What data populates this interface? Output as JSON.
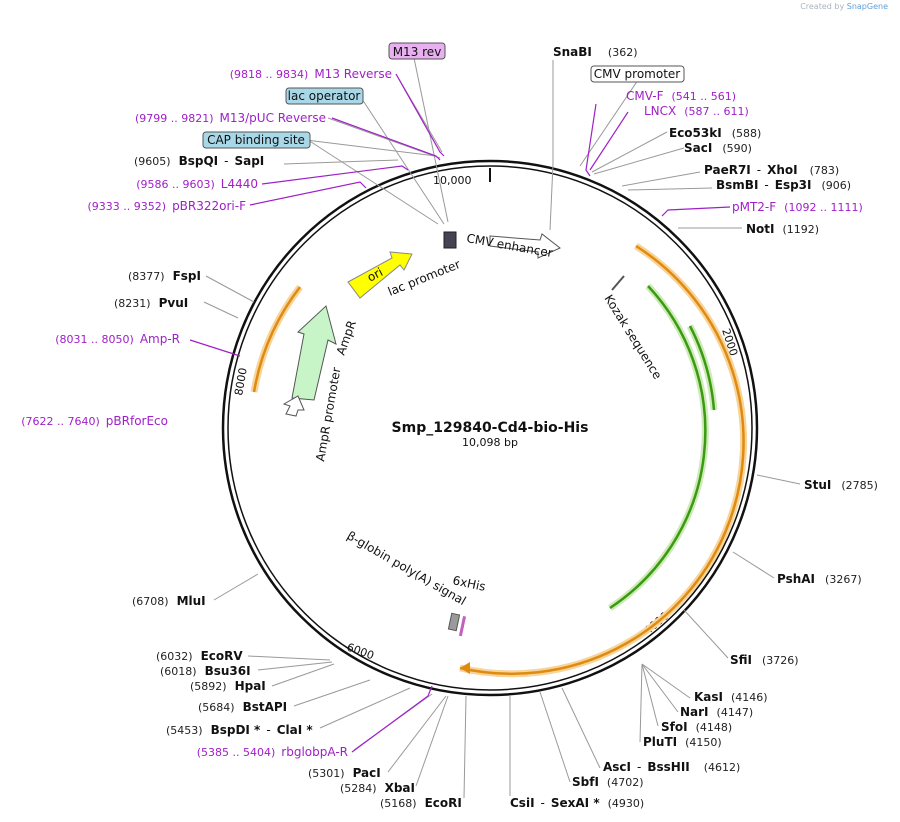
{
  "credit": {
    "prefix": "Created by",
    "brand": "SnapGene"
  },
  "plasmid": {
    "name": "Smp_129840-Cd4-bio-His",
    "length": "10,098 bp"
  },
  "ticks": [
    "10,000",
    "2000",
    "4000",
    "6000",
    "8000"
  ],
  "colors": {
    "orange": "#f0a020",
    "green": "#55aa22",
    "yellow": "#ffff00",
    "pale_green": "#c8f5c8",
    "primer": "#a020c8",
    "box_blue": "#a8d8e8",
    "box_violet": "#e8b0f0"
  },
  "boxed_labels": [
    "M13 rev",
    "CMV promoter",
    "lac operator",
    "CAP binding site"
  ],
  "primers": [
    {
      "range": "(9818 .. 9834)",
      "name": "M13 Reverse"
    },
    {
      "range": "(9799 .. 9821)",
      "name": "M13/pUC Reverse"
    },
    {
      "range": "(9586 .. 9603)",
      "name": "L4440"
    },
    {
      "range": "(9333 .. 9352)",
      "name": "pBR322ori-F"
    },
    {
      "range": "(8031 .. 8050)",
      "name": "Amp-R"
    },
    {
      "range": "(7622 .. 7640)",
      "name": "pBRforEco"
    },
    {
      "range": "(5385 .. 5404)",
      "name": "rbglobpA-R"
    },
    {
      "name": "CMV-F",
      "range": "(541 .. 561)"
    },
    {
      "name": "LNCX",
      "range": "(587 .. 611)"
    },
    {
      "name": "pMT2-F",
      "range": "(1092 .. 1111)"
    }
  ],
  "enzymes": [
    {
      "pos": "(9605)",
      "name": "BspQI",
      "name2": "SapI"
    },
    {
      "pos": "(8377)",
      "name": "FspI"
    },
    {
      "pos": "(8231)",
      "name": "PvuI"
    },
    {
      "pos": "(6708)",
      "name": "MluI"
    },
    {
      "pos": "(6032)",
      "name": "EcoRV"
    },
    {
      "pos": "(6018)",
      "name": "Bsu36I"
    },
    {
      "pos": "(5892)",
      "name": "HpaI"
    },
    {
      "pos": "(5684)",
      "name": "BstAPI"
    },
    {
      "pos": "(5453)",
      "name": "BspDI *",
      "name2": "ClaI *"
    },
    {
      "pos": "(5301)",
      "name": "PacI"
    },
    {
      "pos": "(5284)",
      "name": "XbaI"
    },
    {
      "pos": "(5168)",
      "name": "EcoRI"
    },
    {
      "name": "CsiI",
      "name2": "SexAI *",
      "pos": "(4930)"
    },
    {
      "name": "SbfI",
      "pos": "(4702)"
    },
    {
      "name": "AscI",
      "name2": "BssHII",
      "pos": "(4612)"
    },
    {
      "name": "PluTI",
      "pos": "(4150)"
    },
    {
      "name": "SfoI",
      "pos": "(4148)"
    },
    {
      "name": "NarI",
      "pos": "(4147)"
    },
    {
      "name": "KasI",
      "pos": "(4146)"
    },
    {
      "name": "SfiI",
      "pos": "(3726)"
    },
    {
      "name": "PshAI",
      "pos": "(3267)"
    },
    {
      "name": "StuI",
      "pos": "(2785)"
    },
    {
      "name": "NotI",
      "pos": "(1192)"
    },
    {
      "name": "BsmBI",
      "name2": "Esp3I",
      "pos": "(906)"
    },
    {
      "name": "PaeR7I",
      "name2": "XhoI",
      "pos": "(783)"
    },
    {
      "name": "SacI",
      "pos": "(590)"
    },
    {
      "name": "Eco53kI",
      "pos": "(588)"
    },
    {
      "name": "SnaBI",
      "pos": "(362)"
    }
  ],
  "features": [
    "ori",
    "lac promoter",
    "CMV enhancer",
    "Kozak sequence",
    "AmpR",
    "AmpR promoter",
    "β-globin poly(A) signal",
    "6xHis"
  ]
}
